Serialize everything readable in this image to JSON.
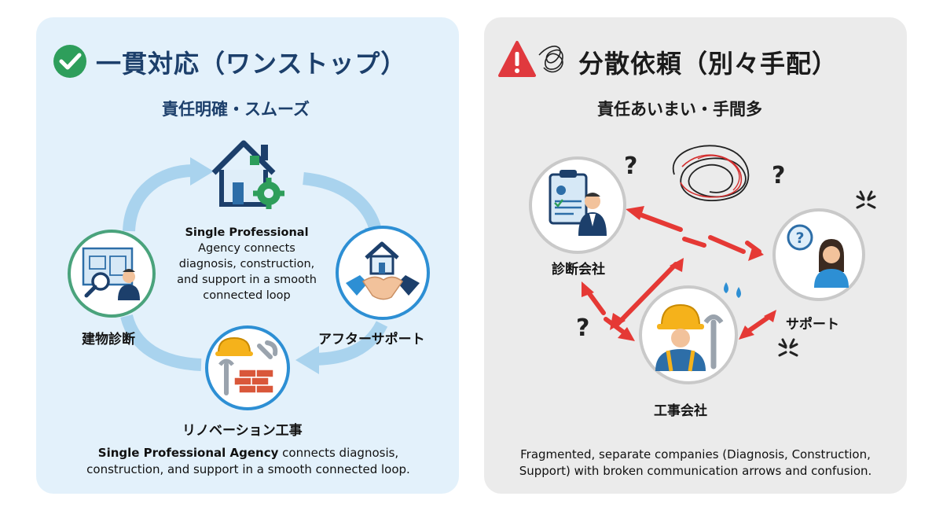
{
  "left": {
    "title": "一貫対応（ワンストップ）",
    "subtitle": "責任明確・スムーズ",
    "center": {
      "bold": "Single Professional",
      "rest": "Agency connects diagnosis, construction, and support in a smooth connected loop"
    },
    "nodes": {
      "diagnosis": "建物診断",
      "after_support": "アフターサポート",
      "renovation": "リノベーション工事"
    },
    "caption": {
      "bold": "Single Professional Agency",
      "rest": " connects diagnosis, construction, and support in a smooth connected loop."
    }
  },
  "right": {
    "title": "分散依頼（別々手配）",
    "subtitle": "責任あいまい・手間多",
    "nodes": {
      "diagnosis_company": "診断会社",
      "support": "サポート",
      "construction_company": "工事会社"
    },
    "question_mark": "?",
    "caption": "Fragmented, separate companies (Diagnosis, Construction, Support) with broken communication arrows and confusion."
  },
  "colors": {
    "left_panel": "#e3f1fb",
    "right_panel": "#ebebeb",
    "loop_arrow": "#a9d3ee",
    "check_green": "#2e9e5b",
    "warning_red": "#e0393e",
    "broken_arrow_red": "#e53935",
    "navy": "#1c3f6b"
  }
}
